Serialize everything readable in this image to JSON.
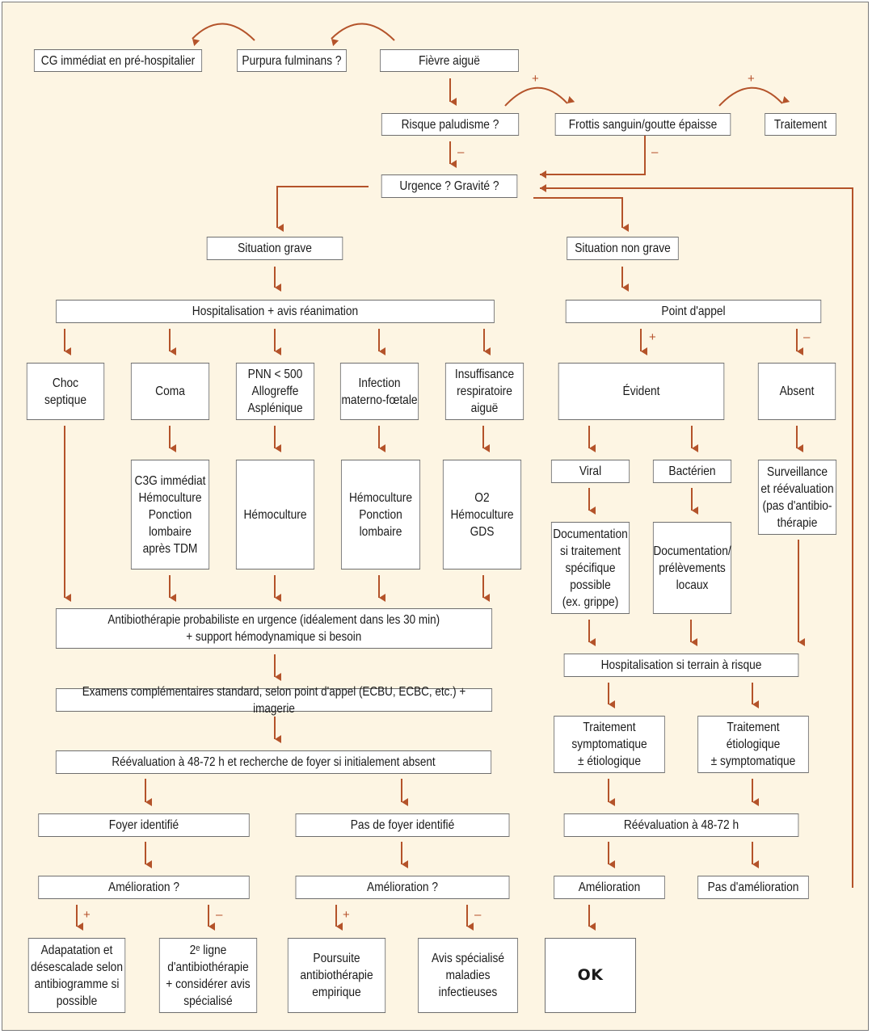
{
  "colors": {
    "background": "#fdf5e3",
    "box": "#ffffff",
    "border": "#6e6e6e",
    "arrow": "#b4532a",
    "text": "#1a1a1a"
  },
  "nodes": {
    "cg_immediat": "CG immédiat en pré-hospitalier",
    "purpura": "Purpura fulminans ?",
    "fievre": "Fièvre aiguë",
    "risque_palu": "Risque paludisme ?",
    "frottis": "Frottis sanguin/goutte épaisse",
    "traitement": "Traitement",
    "urgence": "Urgence ? Gravité ?",
    "situation_grave": "Situation grave",
    "situation_non_grave": "Situation non grave",
    "hospit_reanimation": "Hospitalisation + avis réanimation",
    "point_appel": "Point d'appel",
    "choc": "Choc\nseptique",
    "coma": "Coma",
    "pnn": "PNN < 500\nAllogreffe\nAsplénique",
    "infection_mf": "Infection\nmaterno-fœtale",
    "insuffisance": "Insuffisance\nrespiratoire\naiguë",
    "evident": "Évident",
    "absent": "Absent",
    "c3g": "C3G immédiat\nHémoculture\nPonction\nlombaire\naprès TDM",
    "hemoculture": "Hémoculture",
    "hemo_ponction": "Hémoculture\nPonction\nlombaire",
    "o2": "O2\nHémoculture\nGDS",
    "viral": "Viral",
    "bacterien": "Bactérien",
    "surveillance": "Surveillance\net réévaluation\n(pas d'antibio-\nthérapie",
    "doc_viral": "Documentation\nsi traitement\nspécifique\npossible\n(ex. grippe)",
    "doc_bact": "Documentation/\nprélèvements\nlocaux",
    "antibio_proba": "Antibiothérapie probabiliste en urgence (idéalement dans les 30 min)\n+ support hémodynamique si besoin",
    "hospit_terrain": "Hospitalisation si terrain à risque",
    "examens": "Examens complémentaires standard, selon point d'appel (ECBU, ECBC, etc.) + imagerie",
    "trait_sympto": "Traitement\nsymptomatique\n± étiologique",
    "trait_etio": "Traitement\nétiologique\n± symptomatique",
    "reeval_foyer": "Réévaluation à 48-72 h et recherche de foyer si initialement absent",
    "foyer_identifie": "Foyer identifié",
    "pas_foyer": "Pas de foyer identifié",
    "reeval_4872": "Réévaluation à 48-72 h",
    "amelioration_q1": "Amélioration ?",
    "amelioration_q2": "Amélioration ?",
    "amelioration": "Amélioration",
    "pas_amelioration": "Pas d'amélioration",
    "adaptation": "Adapatation et\ndésescalade selon\nantibiogramme si\npossible",
    "deuxieme_ligne": "2ᵉ ligne\nd'antibiothérapie\n+ considérer avis\nspécialisé",
    "poursuite": "Poursuite\nantibiothérapie\nempirique",
    "avis_specialise": "Avis spécialisé\nmaladies\ninfectieuses",
    "ok": "OK"
  },
  "signs": {
    "palu_plus": "+",
    "frottis_plus": "+",
    "palu_minus": "–",
    "frottis_minus": "–",
    "appel_plus": "+",
    "appel_minus": "–",
    "amel1_plus": "+",
    "amel1_minus": "–",
    "amel2_plus": "+",
    "amel2_minus": "–"
  }
}
